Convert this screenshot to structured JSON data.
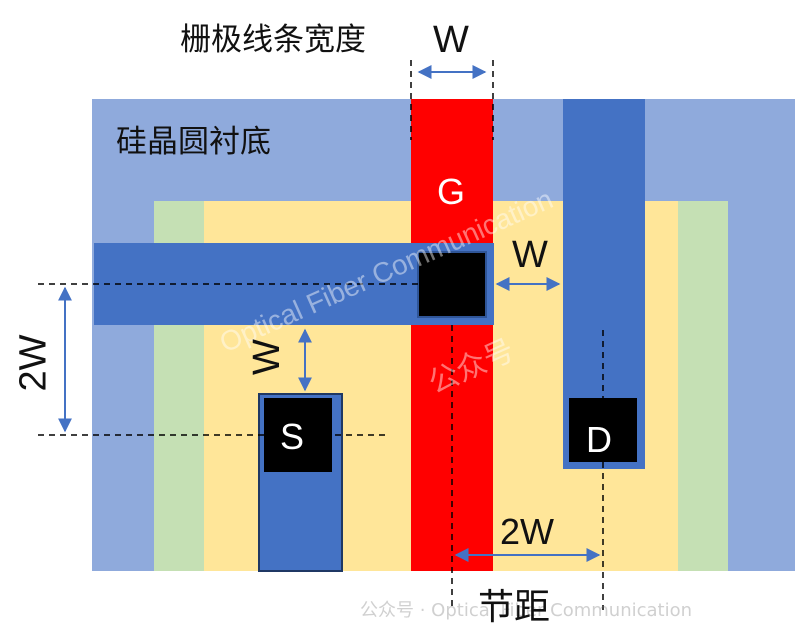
{
  "labels": {
    "gate_line_width": "栅极线条宽度",
    "w_top": "W",
    "substrate": "硅晶圆衬底",
    "gate": "G",
    "w_right": "W",
    "w_left": "W",
    "two_w_left": "2W",
    "source": "S",
    "drain": "D",
    "two_w_bottom": "2W",
    "pitch": "节距"
  },
  "watermark": {
    "text": "Optical Fiber Communication",
    "sub": "公众号",
    "footer": "公众号 · Optical Fiber Communication"
  },
  "colors": {
    "substrate": "#8FAADC",
    "green_region": "#C5E0B4",
    "yellow_region": "#FFE699",
    "metal": "#4472C4",
    "gate": "#FF0000",
    "contact": "#000000",
    "arrow": "#4472C4"
  }
}
